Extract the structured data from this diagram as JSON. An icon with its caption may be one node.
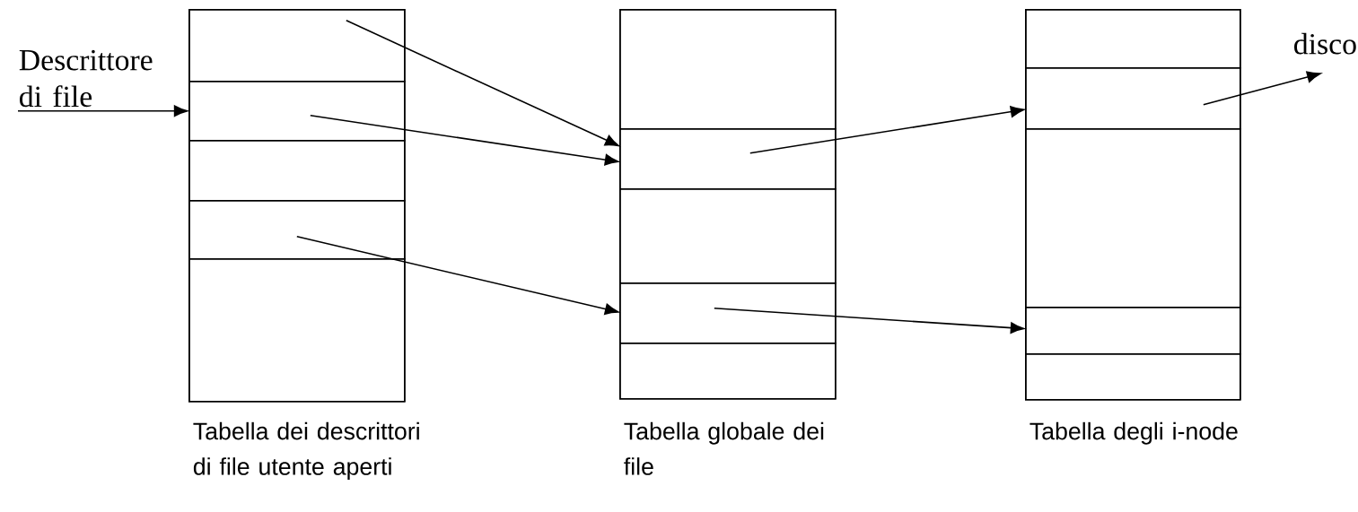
{
  "diagram": {
    "nodes": [
      {
        "text": [
          "Tabella dei descrittori di file utente aperti"
        ]
      },
      {
        "text": [],
        "shape": "box",
        "in": 0
      },
      {
        "text": [],
        "shape": "box",
        "in": 0
      },
      {
        "text": [],
        "shape": "box",
        "in": 0
      },
      {
        "text": [],
        "shape": "box",
        "in": 0
      },
      {
        "text": [],
        "shape": "box",
        "in": 0
      },
      {
        "text": [
          "Tabella globale dei file"
        ]
      },
      {
        "text": [],
        "shape": "box",
        "in": 6
      },
      {
        "text": [],
        "shape": "box",
        "in": 6
      },
      {
        "text": [],
        "shape": "box",
        "in": 6
      },
      {
        "text": [],
        "shape": "box",
        "in": 6
      },
      {
        "text": [],
        "shape": "box",
        "in": 6
      },
      {
        "text": [
          "Tabella degli i-node"
        ]
      },
      {
        "text": [],
        "shape": "box",
        "in": 12
      },
      {
        "text": [],
        "shape": "box",
        "in": 12
      },
      {
        "text": [],
        "shape": "box",
        "in": 12
      },
      {
        "text": [],
        "shape": "box",
        "in": 12
      },
      {
        "text": [],
        "shape": "box",
        "in": 12
      },
      {
        "text": [
          "Descrittore di file"
        ]
      },
      {
        "text": [
          "disco"
        ]
      }
    ],
    "edges": [
      {
        "from": 18,
        "to": 2,
        "arrow": "to"
      },
      {
        "from": 1,
        "to": 8,
        "arrow": "to"
      },
      {
        "from": 2,
        "to": 8,
        "arrow": "to"
      },
      {
        "from": 4,
        "to": 10,
        "arrow": "to"
      },
      {
        "from": 8,
        "to": 14,
        "arrow": "to"
      },
      {
        "from": 10,
        "to": 16,
        "arrow": "to"
      },
      {
        "from": 14,
        "to": 19,
        "arrow": "to"
      }
    ]
  }
}
